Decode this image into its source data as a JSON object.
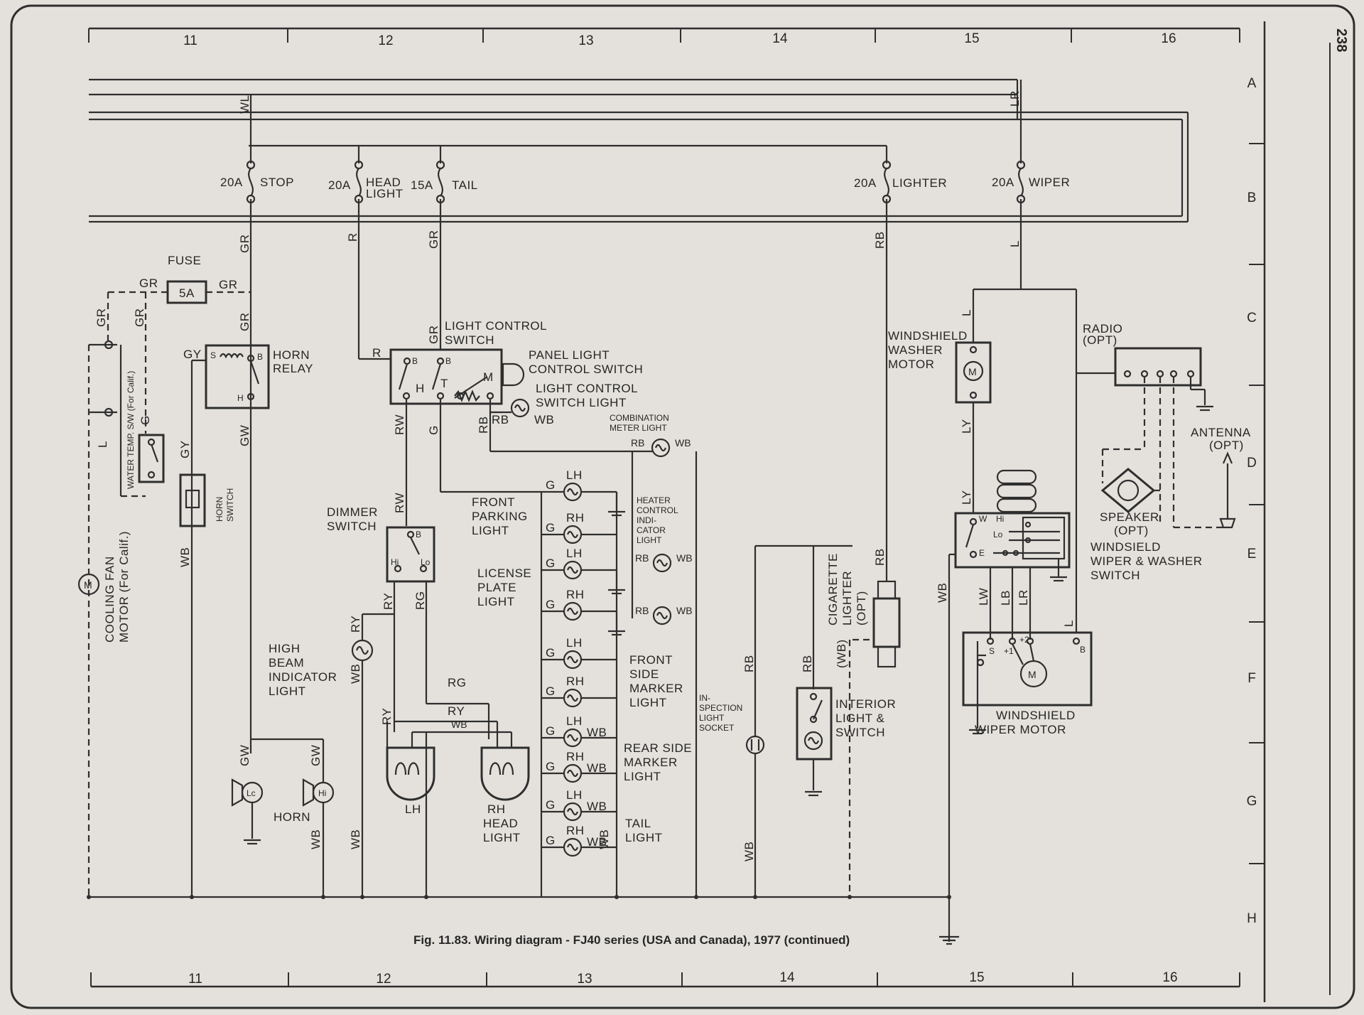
{
  "page_number": "238",
  "caption": "Fig. 11.83. Wiring diagram - FJ40 series (USA and Canada), 1977 (continued)",
  "grid": {
    "columns": [
      "11",
      "12",
      "13",
      "14",
      "15",
      "16"
    ],
    "rows": [
      "A",
      "B",
      "C",
      "D",
      "E",
      "F",
      "G",
      "H"
    ]
  },
  "fuses": {
    "stop": {
      "rating": "20A",
      "label": "STOP"
    },
    "head": {
      "rating": "20A",
      "label1": "HEAD",
      "label2": "LIGHT"
    },
    "tail": {
      "rating": "15A",
      "label": "TAIL"
    },
    "lighter": {
      "rating": "20A",
      "label": "LIGHTER"
    },
    "wiper": {
      "rating": "20A",
      "label": "WIPER"
    },
    "fuse_title": "FUSE",
    "fuse_5a": "5A"
  },
  "components": {
    "horn_relay": [
      "HORN",
      "RELAY"
    ],
    "horn_switch": [
      "HORN",
      "SWITCH"
    ],
    "water_temp": "WATER TEMP. S/W (For Calif.)",
    "cooling_fan": [
      "COOLING FAN",
      "MOTOR (For Calif.)"
    ],
    "light_control_switch": [
      "LIGHT CONTROL",
      "SWITCH"
    ],
    "panel_light_control": [
      "PANEL LIGHT",
      "CONTROL SWITCH"
    ],
    "light_control_switch_light": [
      "LIGHT CONTROL",
      "SWITCH LIGHT"
    ],
    "combination_meter_light": [
      "COMBINATION",
      "METER LIGHT"
    ],
    "heater_control": [
      "HEATER",
      "CONTROL",
      "INDI-",
      "CATOR",
      "LIGHT"
    ],
    "dimmer_switch": [
      "DIMMER",
      "SWITCH"
    ],
    "front_parking_light": [
      "FRONT",
      "PARKING",
      "LIGHT"
    ],
    "license_plate_light": [
      "LICENSE",
      "PLATE",
      "LIGHT"
    ],
    "front_side_marker_light": [
      "FRONT",
      "SIDE",
      "MARKER",
      "LIGHT"
    ],
    "rear_side_marker_light": [
      "REAR SIDE",
      "MARKER",
      "LIGHT"
    ],
    "tail_light": [
      "TAIL",
      "LIGHT"
    ],
    "high_beam_indicator": [
      "HIGH",
      "BEAM",
      "INDICATOR",
      "LIGHT"
    ],
    "horn": "HORN",
    "head_light": [
      "RH",
      "HEAD",
      "LIGHT"
    ],
    "head_lh": "LH",
    "inspection_light_socket": [
      "IN-",
      "SPECTION",
      "LIGHT",
      "SOCKET"
    ],
    "cigarette_lighter": [
      "CIGARETTE",
      "LIGHTER",
      "(OPT)"
    ],
    "interior_light": [
      "INTERIOR",
      "LIGHT &",
      "SWITCH"
    ],
    "washer_motor": [
      "WINDSHIELD",
      "WASHER",
      "MOTOR"
    ],
    "wiper_washer_switch": [
      "WINDSIELD",
      "WIPER & WASHER",
      "SWITCH"
    ],
    "wiper_motor": [
      "WINDSHIELD",
      "WIPER MOTOR"
    ],
    "radio": [
      "RADIO",
      "(OPT)"
    ],
    "antenna": [
      "ANTENNA",
      "(OPT)"
    ],
    "speaker": [
      "SPEAKER",
      "(OPT)"
    ]
  },
  "wire_codes": {
    "WL": "WL",
    "GR": "GR",
    "R": "R",
    "RB": "RB",
    "L": "L",
    "LR": "LR",
    "GY": "GY",
    "GW": "GW",
    "WB": "WB",
    "RW": "RW",
    "G": "G",
    "RY": "RY",
    "RG": "RG",
    "LY": "LY",
    "LW": "LW",
    "LB": "LB",
    "WB_paren": "(WB)"
  },
  "terminals": {
    "S": "S",
    "B": "B",
    "H": "H",
    "T": "T",
    "M": "M",
    "Hi": "Hi",
    "Lo": "Lo",
    "Lc": "Lc",
    "W": "W",
    "E": "E",
    "plus1": "+1",
    "plus2": "+2",
    "LH": "LH",
    "RH": "RH"
  }
}
